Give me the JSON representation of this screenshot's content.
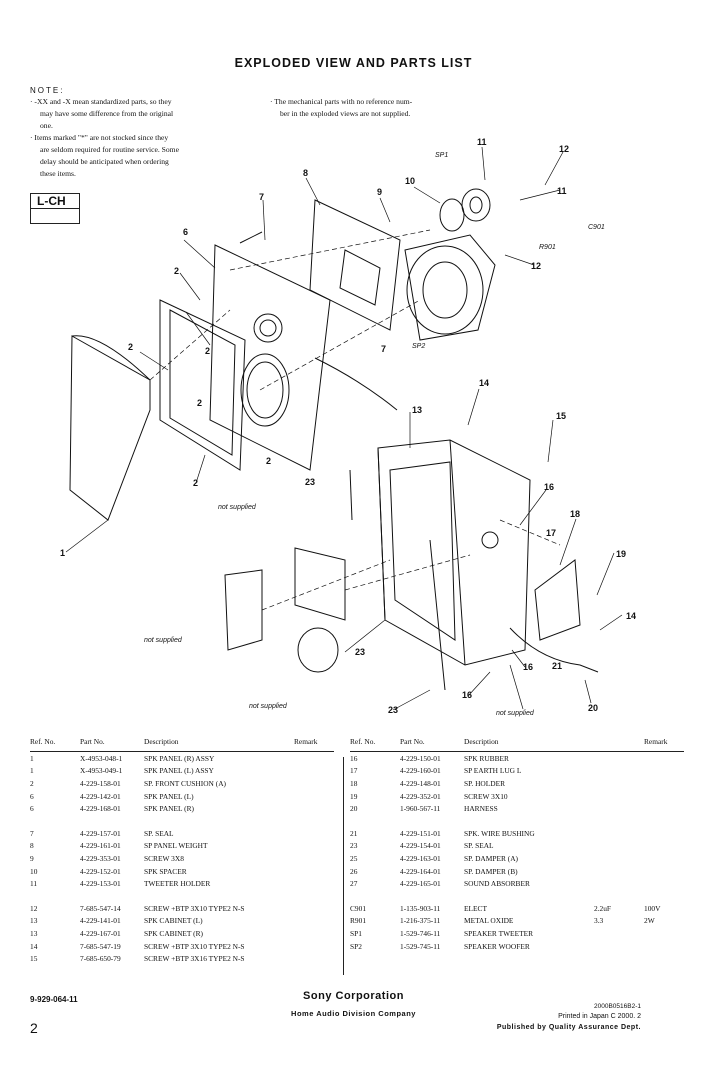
{
  "title": "EXPLODED VIEW AND PARTS LIST",
  "note": {
    "heading": "NOTE:",
    "left": [
      "· -XX and -X mean standardized parts, so they",
      "  may have some difference from the original",
      "  one.",
      "· Items marked \"*\" are not stocked since they",
      "  are seldom required for routine service. Some",
      "  delay should be anticipated when ordering",
      "  these items."
    ],
    "right": [
      "· The mechanical parts with no reference num-",
      "  ber in the exploded views are not supplied."
    ]
  },
  "channel_label": "L-CH",
  "diagram": {
    "callouts": [
      "1",
      "2",
      "2",
      "2",
      "2",
      "2",
      "2",
      "6",
      "7",
      "7",
      "8",
      "9",
      "10",
      "11",
      "11",
      "12",
      "12",
      "13",
      "14",
      "14",
      "15",
      "16",
      "16",
      "16",
      "17",
      "18",
      "19",
      "20",
      "21",
      "23",
      "23",
      "23"
    ],
    "part_labels": [
      "SP1",
      "SP2",
      "R901",
      "C901"
    ],
    "not_supplied": "not supplied"
  },
  "table": {
    "headers": {
      "ref": "Ref. No.",
      "part": "Part No.",
      "desc": "Description",
      "remark": "Remark"
    },
    "left_groups": [
      [
        [
          "1",
          "X-4953-048-1",
          "SPK PANEL (R) ASSY",
          ""
        ],
        [
          "1",
          "X-4953-049-1",
          "SPK PANEL (L) ASSY",
          ""
        ],
        [
          "2",
          "4-229-158-01",
          "SP. FRONT CUSHION (A)",
          ""
        ],
        [
          "6",
          "4-229-142-01",
          "SPK PANEL (L)",
          ""
        ],
        [
          "6",
          "4-229-168-01",
          "SPK PANEL (R)",
          ""
        ]
      ],
      [
        [
          "7",
          "4-229-157-01",
          "SP. SEAL",
          ""
        ],
        [
          "8",
          "4-229-161-01",
          "SP PANEL WEIGHT",
          ""
        ],
        [
          "9",
          "4-229-353-01",
          "SCREW 3X8",
          ""
        ],
        [
          "10",
          "4-229-152-01",
          "SPK SPACER",
          ""
        ],
        [
          "11",
          "4-229-153-01",
          "TWEETER HOLDER",
          ""
        ]
      ],
      [
        [
          "12",
          "7-685-547-14",
          "SCREW +BTP 3X10 TYPE2 N-S",
          ""
        ],
        [
          "13",
          "4-229-141-01",
          "SPK CABINET (L)",
          ""
        ],
        [
          "13",
          "4-229-167-01",
          "SPK CABINET (R)",
          ""
        ],
        [
          "14",
          "7-685-547-19",
          "SCREW +BTP 3X10 TYPE2 N-S",
          ""
        ],
        [
          "15",
          "7-685-650-79",
          "SCREW +BTP 3X16 TYPE2 N-S",
          ""
        ]
      ]
    ],
    "right_groups": [
      [
        [
          "16",
          "4-229-150-01",
          "SPK RUBBER",
          ""
        ],
        [
          "17",
          "4-229-160-01",
          "SP EARTH LUG L",
          ""
        ],
        [
          "18",
          "4-229-148-01",
          "SP. HOLDER",
          ""
        ],
        [
          "19",
          "4-229-352-01",
          "SCREW 3X10",
          ""
        ],
        [
          "20",
          "1-960-567-11",
          "HARNESS",
          ""
        ]
      ],
      [
        [
          "21",
          "4-229-151-01",
          "SPK. WIRE BUSHING",
          ""
        ],
        [
          "23",
          "4-229-154-01",
          "SP. SEAL",
          ""
        ],
        [
          "25",
          "4-229-163-01",
          "SP. DAMPER (A)",
          ""
        ],
        [
          "26",
          "4-229-164-01",
          "SP. DAMPER (B)",
          ""
        ],
        [
          "27",
          "4-229-165-01",
          "SOUND ABSORBER",
          ""
        ]
      ],
      [
        [
          "C901",
          "1-135-903-11",
          "ELECT",
          "2.2uF",
          "100V"
        ],
        [
          "R901",
          "1-216-375-11",
          "METAL OXIDE",
          "3.3",
          "2W"
        ],
        [
          "SP1",
          "1-529-746-11",
          "SPEAKER TWEETER",
          "",
          ""
        ],
        [
          "SP2",
          "1-529-745-11",
          "SPEAKER WOOFER",
          "",
          ""
        ]
      ]
    ]
  },
  "footer": {
    "doc_code": "9-929-064-11",
    "page_number": "2",
    "company": "Sony Corporation",
    "division": "Home Audio Division Company",
    "print_code": "2000B0516B2-1",
    "printed": "Printed in Japan C 2000. 2",
    "published": "Published by Quality Assurance Dept."
  }
}
